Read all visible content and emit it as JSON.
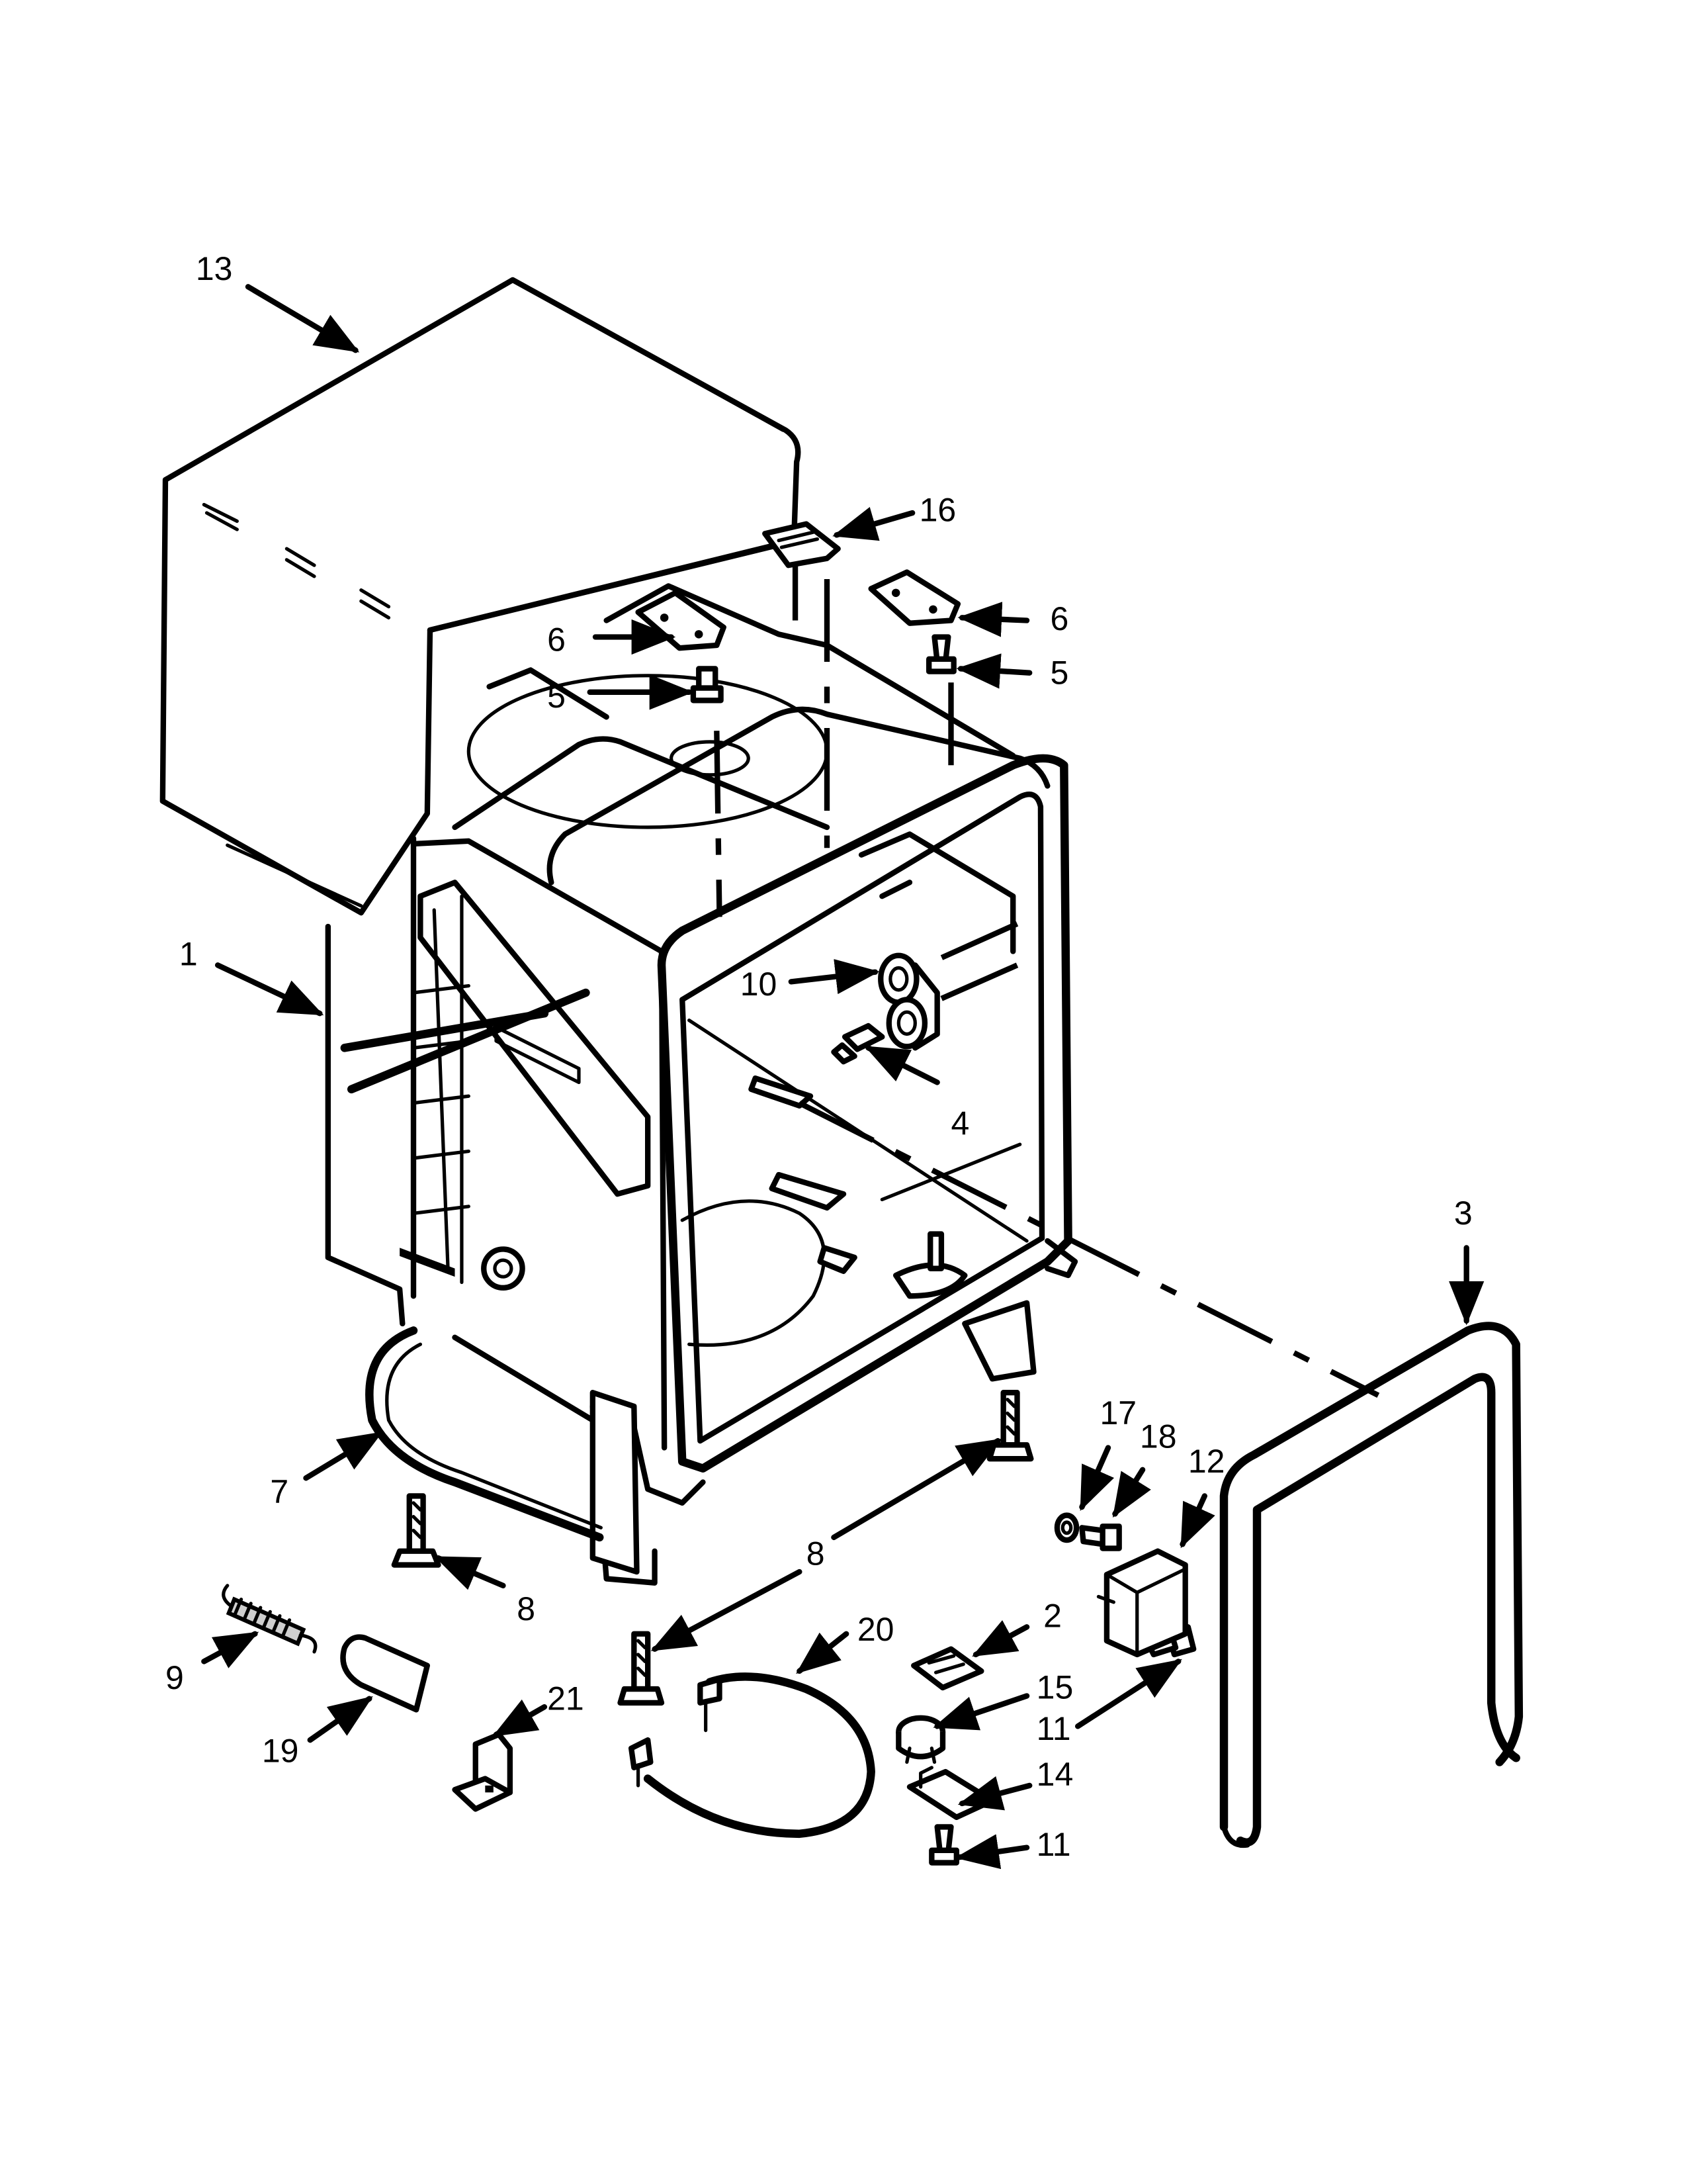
{
  "callouts": [
    {
      "id": "c13",
      "label": "13"
    },
    {
      "id": "c16",
      "label": "16"
    },
    {
      "id": "c6a",
      "label": "6"
    },
    {
      "id": "c6b",
      "label": "6"
    },
    {
      "id": "c5a",
      "label": "5"
    },
    {
      "id": "c5b",
      "label": "5"
    },
    {
      "id": "c1",
      "label": "1"
    },
    {
      "id": "c10",
      "label": "10"
    },
    {
      "id": "c4",
      "label": "4"
    },
    {
      "id": "c3",
      "label": "3"
    },
    {
      "id": "c17",
      "label": "17"
    },
    {
      "id": "c18",
      "label": "18"
    },
    {
      "id": "c12",
      "label": "12"
    },
    {
      "id": "c7",
      "label": "7"
    },
    {
      "id": "c8a",
      "label": "8"
    },
    {
      "id": "c8b",
      "label": "8"
    },
    {
      "id": "c2",
      "label": "2"
    },
    {
      "id": "c20",
      "label": "20"
    },
    {
      "id": "c9",
      "label": "9"
    },
    {
      "id": "c15",
      "label": "15"
    },
    {
      "id": "c11a",
      "label": "11"
    },
    {
      "id": "c19",
      "label": "19"
    },
    {
      "id": "c21",
      "label": "21"
    },
    {
      "id": "c14",
      "label": "14"
    },
    {
      "id": "c11b",
      "label": "11"
    }
  ]
}
